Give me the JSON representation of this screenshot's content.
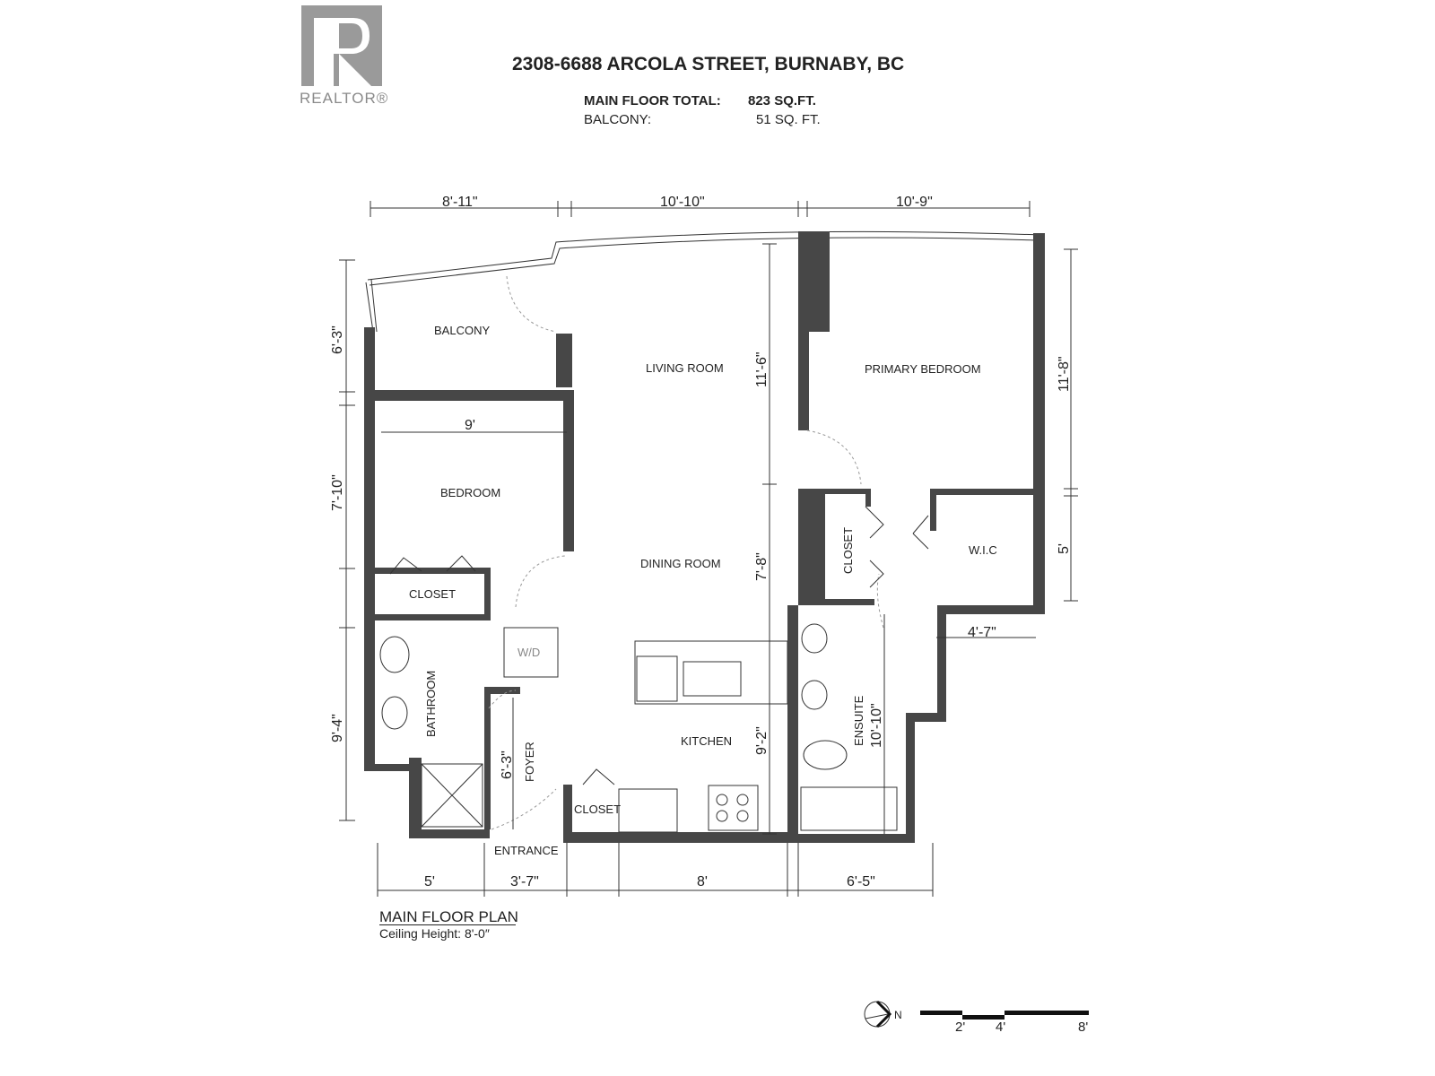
{
  "logo": {
    "word": "REALTOR®"
  },
  "header": {
    "address": "2308-6688 ARCOLA STREET, BURNABY, BC",
    "areas": [
      {
        "label": "MAIN FLOOR TOTAL:",
        "value": "823 SQ.FT."
      },
      {
        "label": "BALCONY:",
        "value": "51 SQ. FT."
      }
    ]
  },
  "rooms": {
    "balcony": "BALCONY",
    "living": "LIVING ROOM",
    "primary_bedroom": "PRIMARY BEDROOM",
    "bedroom": "BEDROOM",
    "closet_bedroom": "CLOSET",
    "dining": "DINING ROOM",
    "closet_primary": "CLOSET",
    "wic": "W.I.C",
    "wd": "W/D",
    "bathroom": "BATHROOM",
    "foyer": "FOYER",
    "kitchen": "KITCHEN",
    "ensuite": "ENSUITE",
    "closet_entry": "CLOSET",
    "entrance": "ENTRANCE"
  },
  "dimensions": {
    "top_left": "8'-11\"",
    "top_mid": "10'-10\"",
    "top_right": "10'-9\"",
    "left_balcony": "6'-3\"",
    "left_bedroom": "7'-10\"",
    "left_bath": "9'-4\"",
    "bedroom_width": "9'",
    "living_height": "11'-6\"",
    "dining_height": "7'-8\"",
    "kitchen_height": "9'-2\"",
    "foyer_height": "6'-3\"",
    "ensuite_height": "10'-10\"",
    "right_primary": "11'-8\"",
    "right_wic": "5'",
    "wic_width": "4'-7\"",
    "bottom_1": "5'",
    "bottom_2": "3'-7\"",
    "bottom_3": "8'",
    "bottom_4": "6'-5\""
  },
  "footer": {
    "plan_title": "MAIN FLOOR PLAN",
    "ceiling": "Ceiling Height: 8'-0″"
  },
  "compass": {
    "label": "N"
  },
  "scale": {
    "ticks": [
      "2'",
      "4'",
      "8'"
    ]
  }
}
